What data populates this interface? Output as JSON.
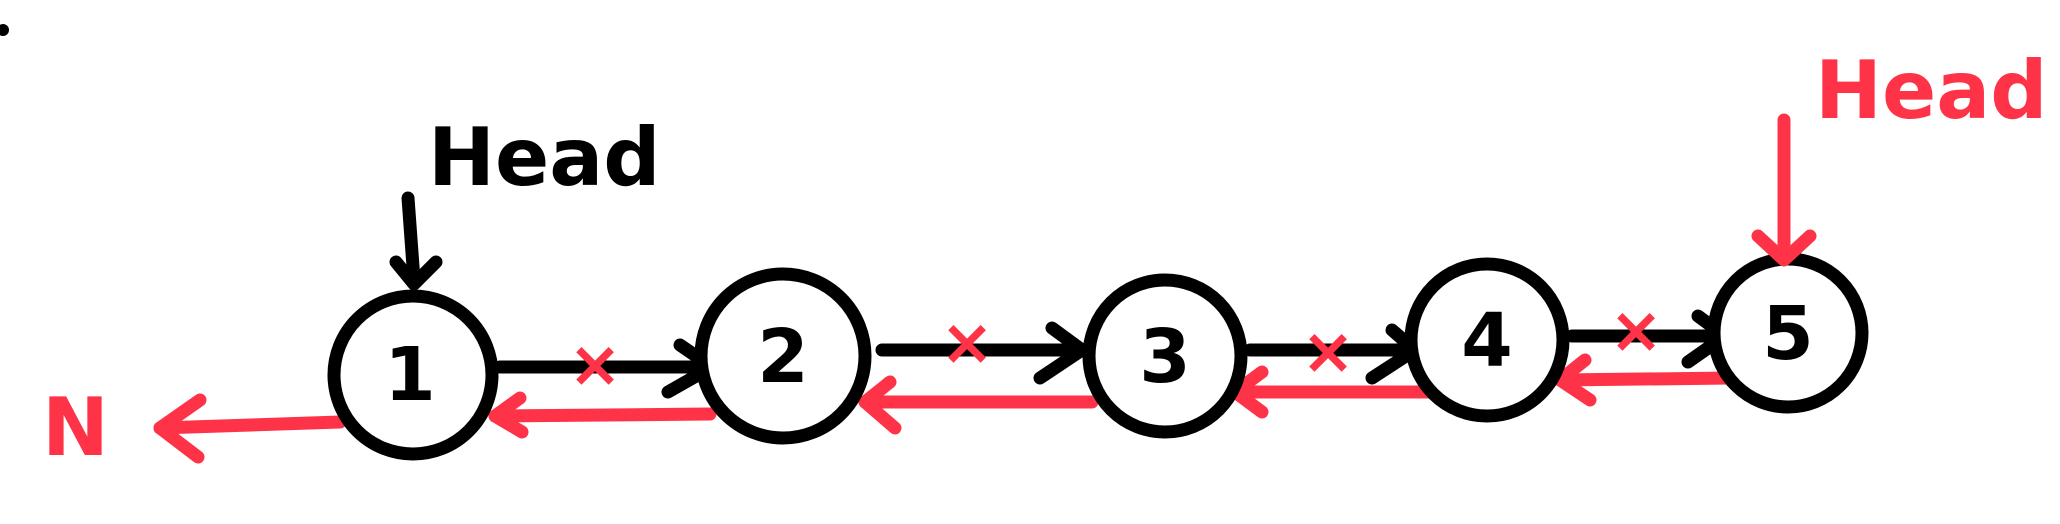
{
  "diagram": {
    "colors": {
      "original": "#000000",
      "reversed": "#ff3347",
      "background": "#ffffff"
    },
    "nodes": [
      {
        "label": "1"
      },
      {
        "label": "2"
      },
      {
        "label": "3"
      },
      {
        "label": "4"
      },
      {
        "label": "5"
      }
    ],
    "head_before": "Head",
    "head_after": "Head",
    "null_label": "N",
    "removed_link_mark": "×"
  }
}
